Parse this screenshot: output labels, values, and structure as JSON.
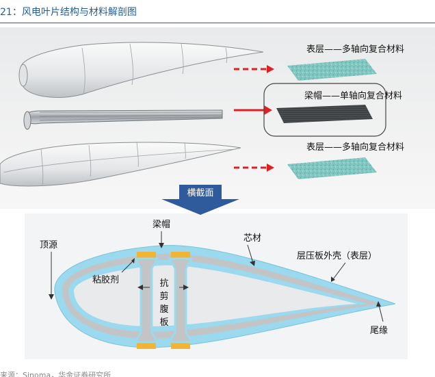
{
  "header": {
    "figure_title": "21：风电叶片结构与材料解剖图"
  },
  "blade_layers": {
    "top_label": "表层——多轴向复合材料",
    "spar_label": "梁帽——单轴向复合材料",
    "bottom_label": "表层——多轴向复合材料"
  },
  "section_arrow": {
    "label": "横截面"
  },
  "cross_section": {
    "spar_cap": "梁帽",
    "leading_edge": "顶源",
    "core": "芯材",
    "laminate_shell": "层压板外壳（表层）",
    "adhesive": "粘胶剂",
    "shear_web": [
      "抗",
      "剪",
      "腹",
      "板"
    ],
    "trailing_edge": "尾缘"
  },
  "footer": {
    "source": "来源：Sinoma，华金证券研究所"
  },
  "colors": {
    "brand_blue": "#1f5e9e",
    "skin_light_blue": "#9ad9ee",
    "core_gray": "#c2c4c6",
    "spar_cap_yellow": "#f2b533",
    "arrow_red": "#e02020",
    "section_arrow_blue": "#2f5b9c",
    "composite_teal": "#7fc6c0"
  }
}
